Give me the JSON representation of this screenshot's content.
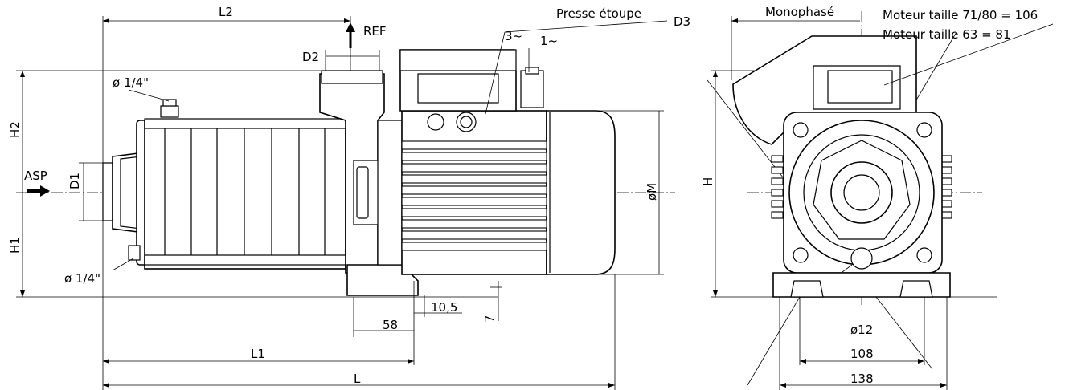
{
  "labels": {
    "L2": "L2",
    "REF": "REF",
    "D2": "D2",
    "presse_etoupe": "Presse étoupe",
    "D3": "D3",
    "three_phase": "3~",
    "one_phase": "1~",
    "monophase": "Monophasé",
    "moteur_71_80": "Moteur taille 71/80 = 106",
    "moteur_63": "Moteur taille 63 = 81",
    "H2": "H2",
    "quarter_top": "ø 1/4\"",
    "ASP": "ASP",
    "D1": "D1",
    "H1": "H1",
    "quarter_bottom": "ø 1/4\"",
    "oM": "øM",
    "H": "H",
    "dim_10_5": "10,5",
    "dim_7": "7",
    "dim_58": "58",
    "L1": "L1",
    "L": "L",
    "dim_o12": "ø12",
    "dim_108": "108",
    "dim_138": "138"
  }
}
